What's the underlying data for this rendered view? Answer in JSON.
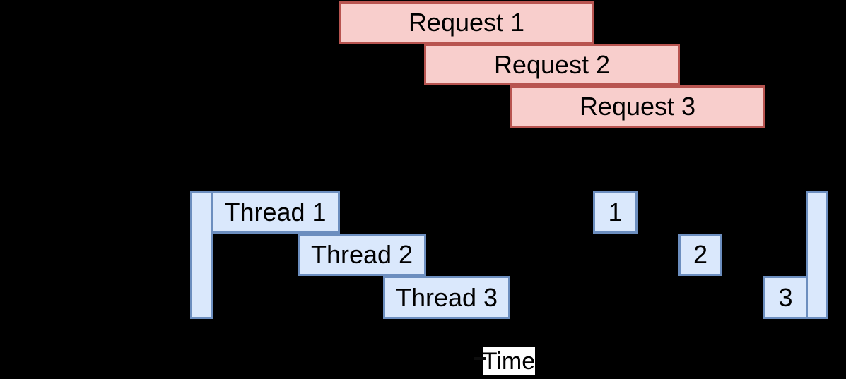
{
  "colors": {
    "background": "#000000",
    "request_fill": "#f8cecc",
    "request_border": "#b85450",
    "thread_fill": "#dae8fc",
    "thread_border": "#6c8ebf",
    "label_text": "#000000",
    "time_label_background": "#ffffff"
  },
  "requests": [
    {
      "label": "Request 1"
    },
    {
      "label": "Request 2"
    },
    {
      "label": "Request 3"
    }
  ],
  "threads": [
    {
      "label": "Thread 1"
    },
    {
      "label": "Thread 2"
    },
    {
      "label": "Thread 3"
    }
  ],
  "completions": [
    {
      "label": "1"
    },
    {
      "label": "2"
    },
    {
      "label": "3"
    }
  ],
  "time_axis": {
    "label": "Time"
  }
}
